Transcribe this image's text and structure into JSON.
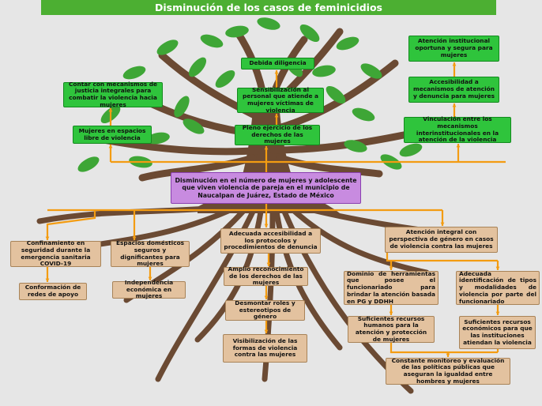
{
  "title": "Disminución de los casos de feminicidios",
  "central_problem": "Disminución en el número de mujeres y adolescente que viven violencia de pareja en el municipio de Naucalpan de Juárez, Estado de México",
  "ends": {
    "debida_diligencia": "Debida diligencia",
    "sensibilizacion": "Sensibilización al personal que atiende a mujeres víctimas de violencia",
    "pleno_ejercicio": "Pleno ejercicio de los derechos de las mujeres",
    "contar_mecanismos": "Contar con mecanismos de justicia integrales para combatir la violencia hacia mujeres",
    "espacios_libre": "Mujeres en espacios libre de violencia",
    "atencion_institucional": "Atención institucional oportuna y segura para mujeres",
    "accesibilidad_mecanismos": "Accesibilidad a mecanismos de atención y denuncia para mujeres",
    "vinculacion": "Vinculación entre los mecanismos interinstitucionales en la atención de la violencia"
  },
  "means": {
    "confinamiento": "Confinamiento en seguridad durante la emergencia sanitaria COVID-19",
    "redes_apoyo": "Conformación de redes de apoyo",
    "espacios_domesticos": "Espacios domésticos seguros y dignificantes para mujeres",
    "independencia": "Independencia económica en mujeres",
    "adecuada_accesibilidad": "Adecuada accesibilidad a los protocolos y procedimientos de denuncia",
    "amplio_reconocimiento": "Amplio reconocimiento de los derechos de las mujeres",
    "desmontar_roles": "Desmontar roles y estereotipos de género",
    "visibilizacion": "Visibilización de las formas de violencia contra las mujeres",
    "atencion_integral": "Atención integral con perspectiva de género en casos de violencia contra las mujeres",
    "dominio": "Dominio de herramientas que posee el funcionariado para brindar la atención basada en PG y DDHH",
    "adecuada_identificacion": "Adecuada identificación de tipos y modalidades de violencia por parte del funcionariado",
    "suficientes_humanos": "Suficientes recursos humanos para la atención y protección de mujeres",
    "suficientes_economicos": "Suficientes recursos económicos para que las instituciones atiendan la violencia",
    "constante_monitoreo": "Constante monitoreo y evaluación de las políticas públicas que aseguran la igualdad entre hombres y mujeres"
  },
  "colors": {
    "background": "#e6e6e6",
    "title_bar": "#4caf32",
    "end_box": "#2fc43c",
    "central_box": "#c88be0",
    "mean_box": "#e3c29f",
    "connector": "#f39c12",
    "trunk": "#6b4a33",
    "leaf": "#3ea636"
  }
}
